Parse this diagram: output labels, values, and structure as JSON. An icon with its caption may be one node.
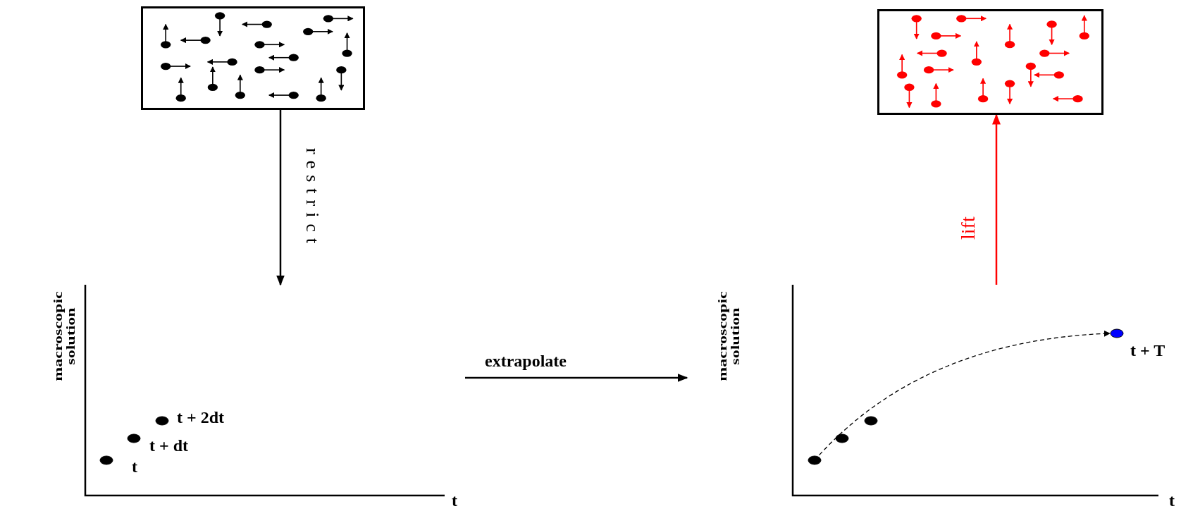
{
  "diagram": {
    "nodes": [
      {
        "text": [],
        "shape": "picture"
      },
      {
        "text": [
          "macroscopic solution",
          "t + 2dt",
          "t + dt",
          "t",
          "t"
        ]
      },
      {
        "text": [
          "macroscopic solution",
          "t + T",
          "t"
        ]
      },
      {
        "text": [],
        "shape": "picture"
      }
    ],
    "edges": [
      {
        "from": 0,
        "to": 1,
        "arrow": "to",
        "label": "restrict"
      },
      {
        "from": 1,
        "to": 2,
        "arrow": "to",
        "label": "extrapolate"
      },
      {
        "from": 2,
        "to": 3,
        "arrow": "to",
        "label": "lift",
        "color": "#ff0000"
      }
    ]
  }
}
